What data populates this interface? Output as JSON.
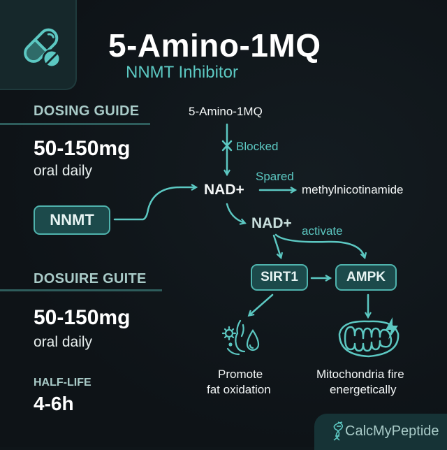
{
  "header": {
    "logo_icon": "pill-capsule-icon",
    "title": "5-Amino-1MQ",
    "subtitle": "NNMT Inhibitor"
  },
  "sidebar": {
    "section1": {
      "heading": "DOSING GUIDE",
      "dose": "50-150mg",
      "route": "oral daily"
    },
    "nnmt_pill": "NNMT",
    "section2": {
      "heading": "DOSUIRE GUITE",
      "dose": "50-150mg",
      "route": "oral daily"
    },
    "half_life": {
      "heading": "HALF-LIFE",
      "value": "4-6h"
    }
  },
  "diagram": {
    "source": "5-Amino-1MQ",
    "blocked_label": "Blocked",
    "nad1": "NAD+",
    "spared_label": "Spared",
    "product": "methylnicotinamide",
    "nad2": "NAD+",
    "activate_label": "activate",
    "sirt1": "SIRT1",
    "ampk": "AMPK",
    "outcome1_line1": "Promote",
    "outcome1_line2": "fat oxidation",
    "outcome1_icon": "fat-droplet-flame-icon",
    "outcome2_line1": "Mitochondria fire",
    "outcome2_line2": "energetically",
    "outcome2_icon": "mitochondria-lightning-icon"
  },
  "footer": {
    "brand": "CalcMyPeptide",
    "brand_icon": "dna-helix-icon"
  },
  "colors": {
    "background": "#0f1519",
    "accent": "#5cc8c2",
    "pill_fill": "#1c4a4b",
    "heading_muted": "#a9cbc8"
  }
}
